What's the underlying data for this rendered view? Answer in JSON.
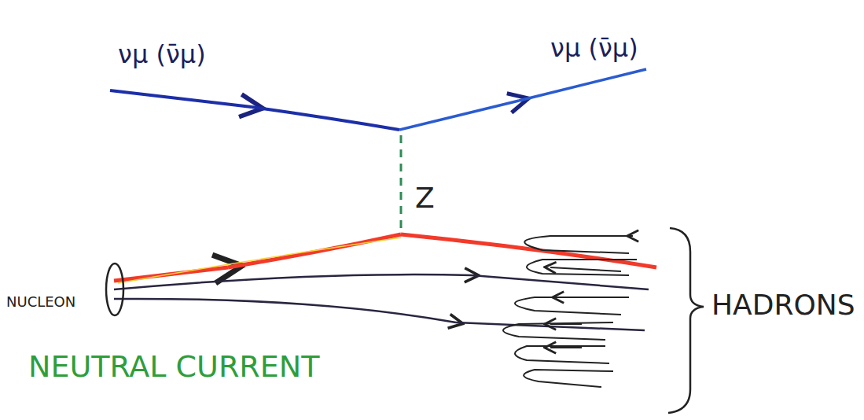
{
  "diagram": {
    "labels": [
      "νμ (ν̄μ)",
      "νμ (ν̄μ)",
      "Z",
      "NUCLEON",
      "HADRONS",
      "NEUTRAL CURRENT"
    ]
  }
}
